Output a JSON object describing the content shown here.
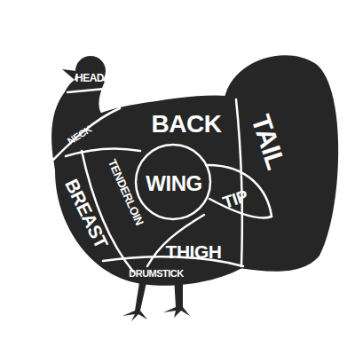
{
  "diagram": {
    "labels": [
      "HEAD",
      "NECK",
      "BACK",
      "TAIL",
      "WING",
      "TIP",
      "TENDERLOIN",
      "BREAST",
      "THIGH",
      "DRUMSTICK"
    ]
  }
}
